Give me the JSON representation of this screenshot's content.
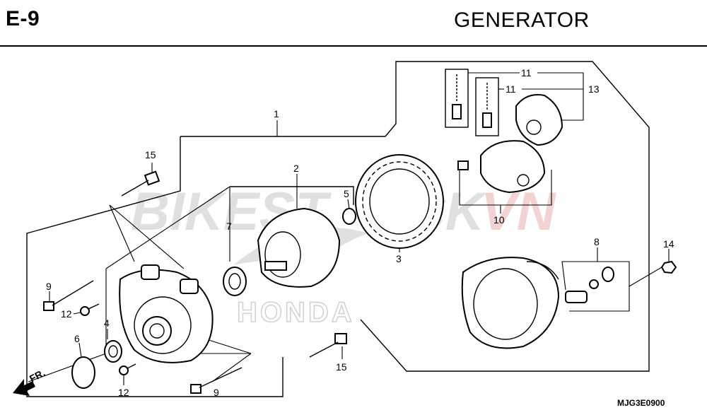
{
  "header": {
    "code": "E-9",
    "title": "GENERATOR"
  },
  "watermark": {
    "left": "BIKEST",
    "mid": "CK",
    "right": "VN",
    "color_left": "#c8c8c8",
    "color_right": "#e8b0b0"
  },
  "logo": {
    "text": "HONDA"
  },
  "direction": {
    "label": "FR."
  },
  "footer": {
    "ref": "MJG3E0900"
  },
  "callouts": {
    "c1": "1",
    "c2": "2",
    "c3": "3",
    "c4": "4",
    "c5": "5",
    "c6": "6",
    "c7": "7",
    "c8": "8",
    "c9a": "9",
    "c9b": "9",
    "c10": "10",
    "c11a": "11",
    "c11b": "11",
    "c12a": "12",
    "c12b": "12",
    "c13": "13",
    "c14": "14",
    "c15a": "15",
    "c15b": "15"
  }
}
